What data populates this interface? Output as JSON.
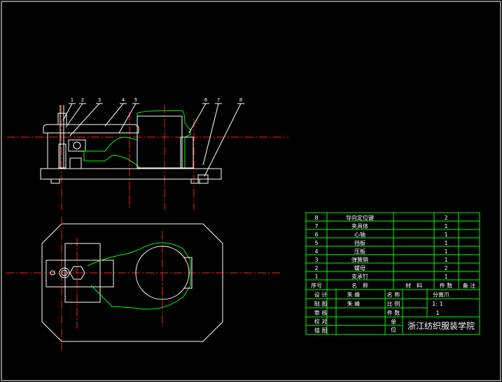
{
  "colors": {
    "background": "#000000",
    "outline": "#ffffff",
    "centerline": "#ff2020",
    "section": "#00ff00",
    "hatch": "#ffffff"
  },
  "balloons": [
    "1",
    "2",
    "3",
    "4",
    "5",
    "6",
    "7",
    "8"
  ],
  "parts_list": {
    "rows": [
      {
        "no": "8",
        "name": "导向定位键",
        "qty": "2",
        "note": ""
      },
      {
        "no": "7",
        "name": "夹具体",
        "qty": "1",
        "note": ""
      },
      {
        "no": "6",
        "name": "心轴",
        "qty": "1",
        "note": ""
      },
      {
        "no": "5",
        "name": "挡板",
        "qty": "1",
        "note": ""
      },
      {
        "no": "4",
        "name": "压板",
        "qty": "1",
        "note": ""
      },
      {
        "no": "3",
        "name": "弹簧销",
        "qty": "1",
        "note": ""
      },
      {
        "no": "2",
        "name": "螺母",
        "qty": "2",
        "note": ""
      },
      {
        "no": "1",
        "name": "支承钉",
        "qty": "1",
        "note": ""
      }
    ],
    "header": {
      "no": "序号",
      "name": "名　称",
      "material": "材　料",
      "qty": "件 数",
      "note": "备 注"
    }
  },
  "title_block": {
    "design_label": "设 计",
    "design_value": "朱 峰",
    "draw_label": "制 图",
    "draw_value": "朱 峰",
    "review_label": "审 核",
    "proofread_label": "校 对",
    "trace_label": "描 图",
    "name_label": "名 称",
    "name_value": "分离爪",
    "scale_label": "比 例",
    "scale_value": "1: 1",
    "count_label": "件 数",
    "count_value": "1",
    "unit_label_1": "单",
    "unit_label_2": "位",
    "unit_value": "浙江纺织服装学院"
  }
}
